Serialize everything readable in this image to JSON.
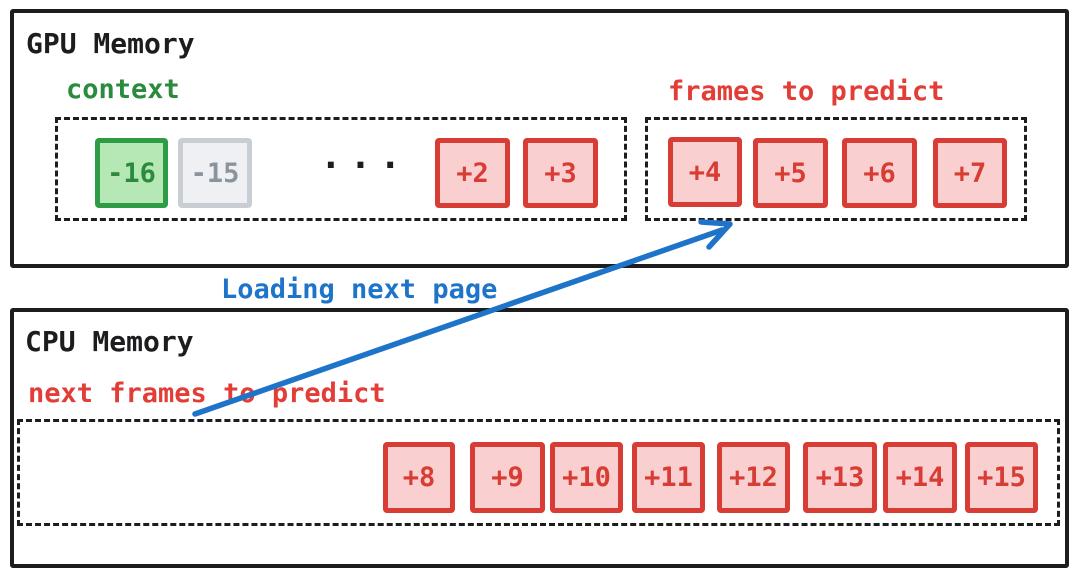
{
  "diagram_title": "Paged frame prediction memory layout",
  "colors": {
    "ink": "#1d1d1f",
    "green_border": "#2d9c45",
    "green_fill": "#b5e8b5",
    "gray_border": "#c9ced4",
    "gray_fill": "#eef0f3",
    "red_border": "#d73c35",
    "red_fill": "#f9d0cf",
    "red_label": "#e23d37",
    "blue": "#1e74c8"
  },
  "gpu": {
    "title": "GPU Memory",
    "context_label": "context",
    "frames_label": "frames to predict",
    "ellipsis": "···",
    "context_cells": [
      {
        "label": "-16",
        "variant": "green"
      },
      {
        "label": "-15",
        "variant": "gray"
      },
      {
        "label": "+2",
        "variant": "red"
      },
      {
        "label": "+3",
        "variant": "red"
      }
    ],
    "predict_cells": [
      {
        "label": "+4"
      },
      {
        "label": "+5"
      },
      {
        "label": "+6"
      },
      {
        "label": "+7"
      }
    ]
  },
  "transfer": {
    "label": "Loading next page"
  },
  "cpu": {
    "title": "CPU Memory",
    "next_frames_label": "next frames to predict",
    "cells": [
      {
        "label": "+8"
      },
      {
        "label": "+9"
      },
      {
        "label": "+10"
      },
      {
        "label": "+11"
      },
      {
        "label": "+12"
      },
      {
        "label": "+13"
      },
      {
        "label": "+14"
      },
      {
        "label": "+15"
      }
    ]
  }
}
